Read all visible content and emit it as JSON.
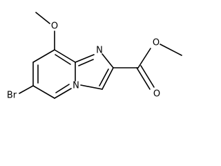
{
  "molecule": {
    "atoms": {
      "br": "Br",
      "n_bridge": "N",
      "n_ring": "N",
      "o_methoxy": "O",
      "o_carbonyl": "O",
      "o_ester": "O"
    }
  }
}
